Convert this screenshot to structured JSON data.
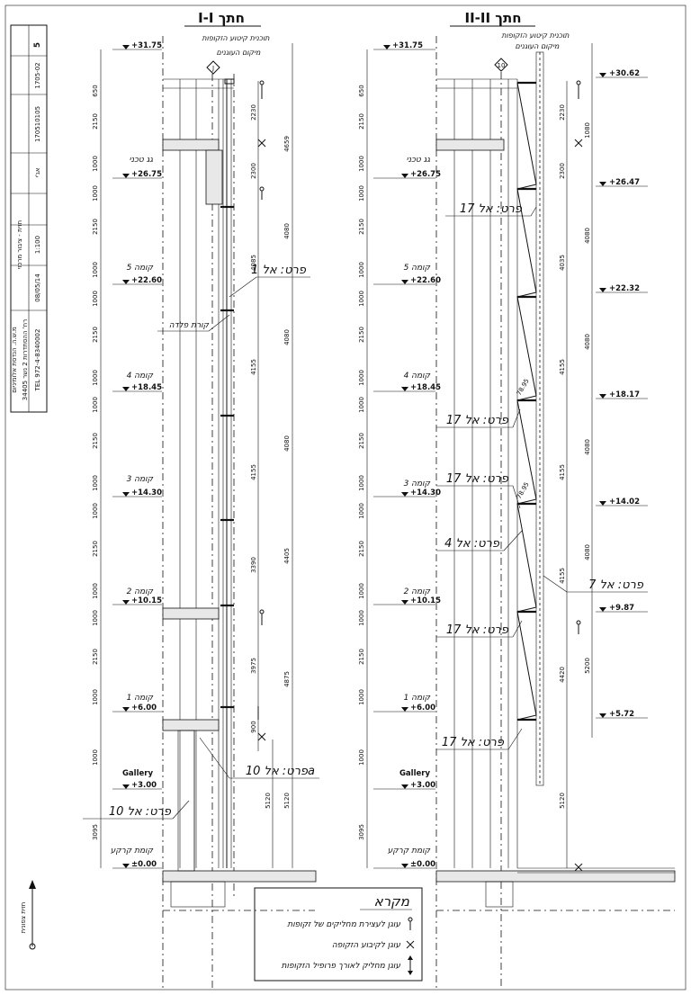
{
  "sections": [
    {
      "title": "I-I חתך",
      "subtitle": "תוכנית קיטוע הזקופות",
      "sub2": "מיקום העוגנים",
      "axis": "J",
      "levels": [
        {
          "value": "+31.75",
          "name": ""
        },
        {
          "value": "+26.75",
          "name": "גג טכני"
        },
        {
          "value": "+22.60",
          "name": "קומה 5"
        },
        {
          "value": "+18.45",
          "name": "קומה 4"
        },
        {
          "value": "+14.30",
          "name": "קומה 3"
        },
        {
          "value": "+10.15",
          "name": "קומה 2"
        },
        {
          "value": "+6.00",
          "name": "קומה 1"
        },
        {
          "value": "+3.00",
          "name": "Gallery"
        },
        {
          "value": "±0.00",
          "name": "קומת קרקע"
        }
      ],
      "dims_left": [
        "650",
        "2150",
        "1000",
        "1000",
        "2150",
        "1000",
        "1000",
        "2150",
        "1000",
        "1000",
        "2150",
        "1000",
        "1000",
        "2150",
        "1000",
        "1000",
        "2150",
        "1000",
        "1000",
        "3095"
      ],
      "dims_mid": [
        "2230",
        "2300",
        "4085",
        "4155",
        "4155",
        "3390",
        "3975",
        "900"
      ],
      "dims_right": [
        "4659",
        "4080",
        "4080",
        "4080",
        "4405",
        "4875",
        "5120",
        "5120"
      ],
      "details": [
        {
          "text": "פרט: אל 1"
        },
        {
          "text": "קורת פלדה"
        },
        {
          "text": "פרט: אל 10a"
        },
        {
          "text": "פרט: אל 10"
        }
      ]
    },
    {
      "title": "II-II חתך",
      "subtitle": "תוכנית קיטוע הזקופות",
      "sub2": "מיקום העוגנים",
      "axis": "10",
      "levels": [
        {
          "value": "+31.75",
          "name": ""
        },
        {
          "value": "+26.75",
          "name": "גג טכני"
        },
        {
          "value": "+22.60",
          "name": "קומה 5"
        },
        {
          "value": "+18.45",
          "name": "קומה 4"
        },
        {
          "value": "+14.30",
          "name": "קומה 3"
        },
        {
          "value": "+10.15",
          "name": "קומה 2"
        },
        {
          "value": "+6.00",
          "name": "קומה 1"
        },
        {
          "value": "+3.00",
          "name": "Gallery"
        },
        {
          "value": "±0.00",
          "name": "קומת קרקע"
        }
      ],
      "right_levels": [
        "+30.62",
        "+26.47",
        "+22.32",
        "+18.17",
        "+14.02",
        "+9.87",
        "+5.72"
      ],
      "dims_left": [
        "650",
        "2150",
        "1000",
        "1000",
        "2150",
        "1000",
        "1000",
        "2150",
        "1000",
        "1000",
        "2150",
        "1000",
        "1000",
        "2150",
        "1000",
        "1000",
        "2150",
        "1000",
        "1000",
        "3095"
      ],
      "dims_mid": [
        "2230",
        "2300",
        "4035",
        "4155",
        "4155",
        "4155",
        "4420"
      ],
      "dims_right": [
        "1080",
        "4080",
        "4080",
        "4080",
        "4080",
        "5200",
        "5120"
      ],
      "angles": [
        "78.95",
        "78.95"
      ],
      "details": [
        {
          "text": "פרט: אל 17"
        },
        {
          "text": "פרט: אל 17"
        },
        {
          "text": "פרט: אל 17"
        },
        {
          "text": "פרט: אל 4"
        },
        {
          "text": "פרט: אל 7"
        },
        {
          "text": "פרט: אל 17"
        },
        {
          "text": "פרט: אל 17"
        }
      ]
    }
  ],
  "legend": {
    "title": "מקרא",
    "items": [
      "עוגן לעצירת מחליקים של זקופות",
      "עוגן לקיבוע הזקופה",
      "עוגן מחליק לאורך פרופיל הזקופות"
    ]
  },
  "title_block": {
    "sheet": "5",
    "drawing_no": "1705-02",
    "file": "170510105",
    "drawn": "אג'י",
    "scale": "1:100",
    "date": "08/05/14",
    "project": "חזית - ציבור מרכזי",
    "company": "מ.ש.ה. הנדסת אלומיניום",
    "address": "רח' ההסתדרות 2 נשר 34405",
    "tel": "TEL 972-4-8340002"
  },
  "north_label": "חזית צפונית"
}
